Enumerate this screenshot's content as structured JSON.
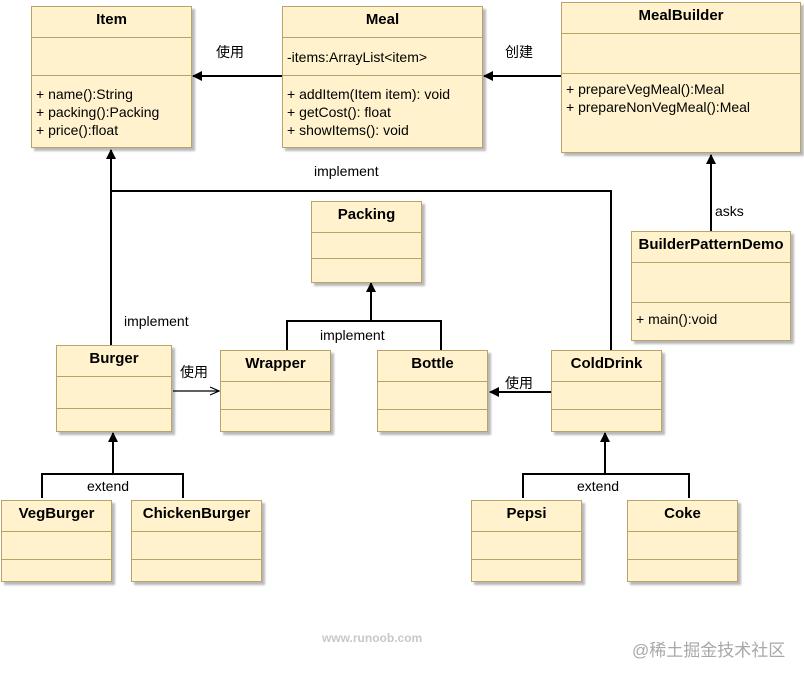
{
  "classes": {
    "item": {
      "name": "Item",
      "methods": [
        "+ name():String",
        "+ packing():Packing",
        "+ price():float"
      ]
    },
    "meal": {
      "name": "Meal",
      "attributes": [
        "-items:ArrayList<item>"
      ],
      "methods": [
        "+ addItem(Item item): void",
        "+ getCost(): float",
        "+ showItems(): void"
      ]
    },
    "mealbuilder": {
      "name": "MealBuilder",
      "methods": [
        "+ prepareVegMeal():Meal",
        "+ prepareNonVegMeal():Meal"
      ]
    },
    "packing": {
      "name": "Packing"
    },
    "demo": {
      "name": "BuilderPatternDemo",
      "methods": [
        "+ main():void"
      ]
    },
    "burger": {
      "name": "Burger"
    },
    "wrapper": {
      "name": "Wrapper"
    },
    "bottle": {
      "name": "Bottle"
    },
    "colddrink": {
      "name": "ColdDrink"
    },
    "vegburger": {
      "name": "VegBurger"
    },
    "chickenburger": {
      "name": "ChickenBurger"
    },
    "pepsi": {
      "name": "Pepsi"
    },
    "coke": {
      "name": "Coke"
    }
  },
  "labels": {
    "uses_meal_item": "使用",
    "creates": "创建",
    "implement_top": "implement",
    "asks": "asks",
    "implement_burger": "implement",
    "implement_packing": "implement",
    "uses_burger_wrapper": "使用",
    "uses_colddrink_bottle": "使用",
    "extend_burger": "extend",
    "extend_colddrink": "extend"
  },
  "watermarks": {
    "runoob": "www.runoob.com",
    "juejin": "@稀土掘金技术社区"
  }
}
